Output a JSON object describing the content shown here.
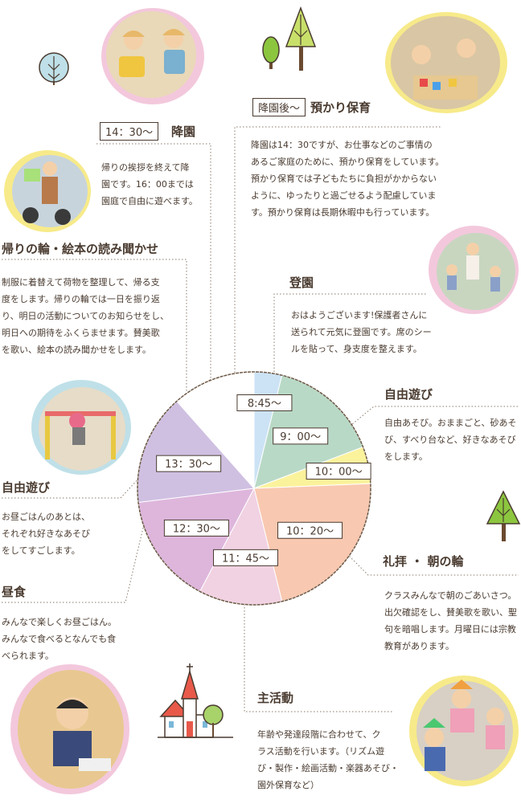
{
  "sections": {
    "departure": {
      "time": "14：30〜",
      "title": "降園",
      "desc": [
        "帰りの挨拶を終えて降",
        "園です。16：00までは",
        "園庭で自由に遊べます。"
      ]
    },
    "after_care": {
      "time": "降園後〜",
      "title": "預かり保育",
      "desc": [
        "降園は14：30ですが、お仕事などのご事情の",
        "あるご家庭のために、預かり保育をしています。",
        "預かり保育では子どもたちに負担がかからない",
        "ように、ゆったりと過ごせるよう配慮していま",
        "す。預かり保育は長期休暇中も行っています。"
      ]
    },
    "reading": {
      "title": "帰りの輪・絵本の読み聞かせ",
      "desc": [
        "制服に着替えて荷物を整理して、帰る支",
        "度をします。帰りの輪では一日を振り返",
        "り、明日の活動についてのお知らせをし、",
        "明日への期待をふくらませます。賛美歌",
        "を歌い、絵本の読み聞かせをします。"
      ]
    },
    "arrival": {
      "title": "登園",
      "desc": [
        "おはようございます!保護者さんに",
        "送られて元気に登園です。席のシー",
        "ルを貼って、身支度を整えます。"
      ]
    },
    "free_play_am": {
      "title": "自由遊び",
      "desc": [
        "自由あそび。おままごと、砂あそ",
        "び、すべり台など、好きなあそび",
        "をします。"
      ]
    },
    "free_play_pm": {
      "title": "自由遊び",
      "desc": [
        "お昼ごはんのあとは、",
        "それぞれ好きなあそび",
        "をしてすごします。"
      ]
    },
    "worship": {
      "title": "礼拝 ・ 朝の輪",
      "desc": [
        "クラスみんなで朝のごあいさつ。",
        "出欠確認をし、賛美歌を歌い、聖",
        "句を暗唱します。月曜日には宗教",
        "教育があります。"
      ]
    },
    "lunch": {
      "title": "昼食",
      "desc": [
        "みんなで楽しくお昼ごはん。",
        "みんなで食べるとなんでも食",
        "べられます。"
      ]
    },
    "main": {
      "title": "主活動",
      "desc": [
        "年齢や発達段階に合わせて、ク",
        "ラス活動を行います。（リズム遊",
        "び・製作・絵画活動・楽器あそび・",
        "園外保育など）"
      ]
    }
  },
  "chart_data": {
    "type": "pie",
    "title": "",
    "slices": [
      {
        "label": "8:45〜",
        "start": "8:45",
        "end": "9:00",
        "color": "#cce3f5"
      },
      {
        "label": "9：00〜",
        "start": "9:00",
        "end": "10:00",
        "color": "#b9d9c7"
      },
      {
        "label": "10：00〜",
        "start": "10:00",
        "end": "10:20",
        "color": "#fbf29c"
      },
      {
        "label": "10：20〜",
        "start": "10:20",
        "end": "11:45",
        "color": "#f8c8b0"
      },
      {
        "label": "11：45〜",
        "start": "11:45",
        "end": "12:30",
        "color": "#f1d2e2"
      },
      {
        "label": "12：30〜",
        "start": "12:30",
        "end": "13:30",
        "color": "#deb6dc"
      },
      {
        "label": "13：30〜",
        "start": "13:30",
        "end": "14:30",
        "color": "#cfc0e2"
      },
      {
        "label": "",
        "start": "14:30",
        "end": "15:15",
        "color": "#ffffff"
      }
    ]
  }
}
